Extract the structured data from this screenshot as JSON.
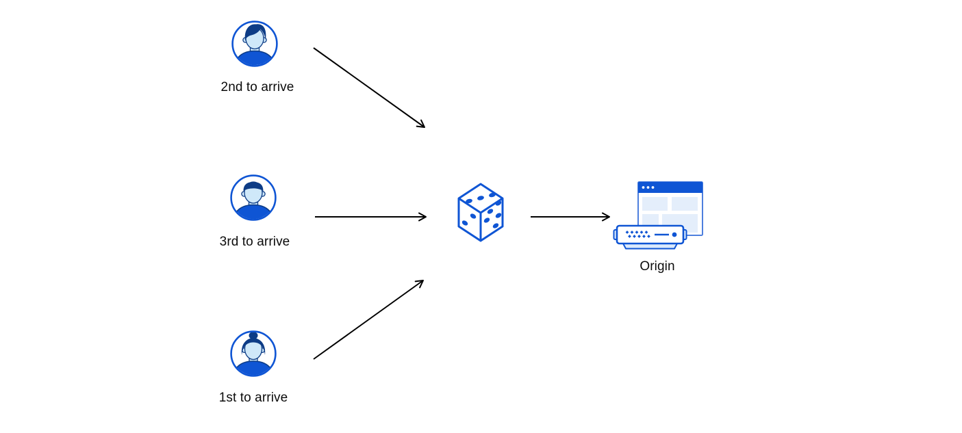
{
  "diagram": {
    "description": "Random traffic steering diagram: three clients roll through a dice to one origin",
    "clients": [
      {
        "label": "2nd to arrive",
        "icon": "user-male-swept-hair-avatar-icon"
      },
      {
        "label": "3rd to arrive",
        "icon": "user-male-short-hair-avatar-icon"
      },
      {
        "label": "1st to arrive",
        "icon": "user-female-bun-hair-avatar-icon"
      }
    ],
    "randomizer": {
      "icon": "dice-icon",
      "pips": {
        "top_face": 3,
        "left_face": 2,
        "right_face": 5
      }
    },
    "origin": {
      "label": "Origin",
      "icon": "origin-server-browser-icon"
    },
    "arrows": [
      {
        "from": "client-0",
        "to": "dice"
      },
      {
        "from": "client-1",
        "to": "dice"
      },
      {
        "from": "client-2",
        "to": "dice"
      },
      {
        "from": "dice",
        "to": "origin"
      }
    ],
    "colors": {
      "brand_blue": "#0f55d4",
      "window_border_blue": "#4d7fde",
      "dark_navy": "#0d3c86",
      "face_light_blue": "#cfe8f9",
      "panel_light_blue": "#e4eefb",
      "arrow_black": "#000000",
      "background": "#ffffff"
    }
  }
}
